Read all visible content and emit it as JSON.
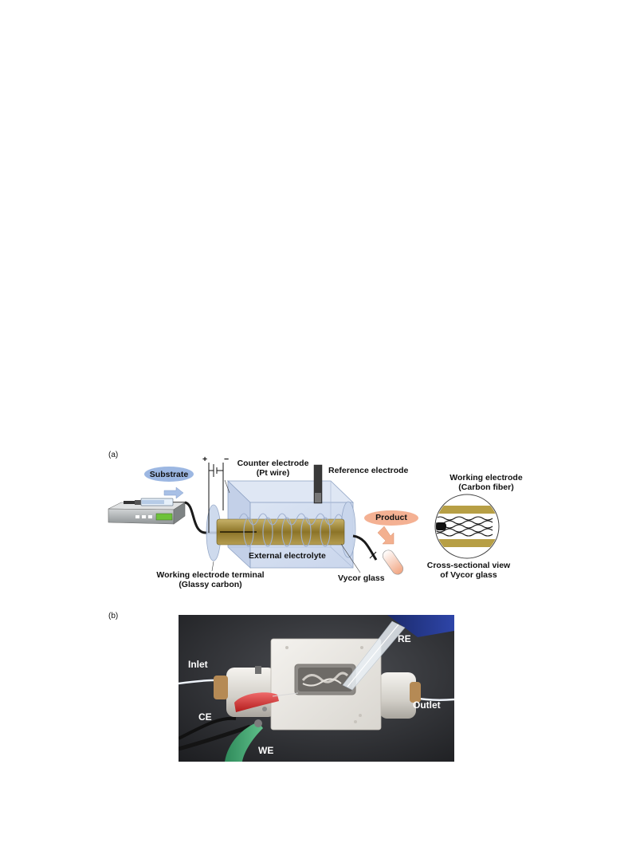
{
  "panel_a": {
    "label": "(a)",
    "substrate": "Substrate",
    "product": "Product",
    "plus": "+",
    "minus": "−",
    "counter_electrode": "Counter electrode",
    "counter_electrode_sub": "(Pt wire)",
    "reference_electrode": "Reference electrode",
    "external_electrolyte": "External electrolyte",
    "working_terminal": "Working electrode terminal",
    "working_terminal_sub": "(Glassy carbon)",
    "vycor_glass": "Vycor glass",
    "working_electrode": "Working electrode",
    "working_electrode_sub": "(Carbon fiber)",
    "cross_section": "Cross-sectional view",
    "cross_section_sub": "of Vycor glass"
  },
  "panel_b": {
    "label": "(b)",
    "re": "RE",
    "inlet": "Inlet",
    "outlet": "Outlet",
    "ce": "CE",
    "we": "WE"
  },
  "colors": {
    "accent_blue": "#8fb0dc",
    "accent_orange": "#f3b08f",
    "electrode_gold": "#a18a3c"
  }
}
